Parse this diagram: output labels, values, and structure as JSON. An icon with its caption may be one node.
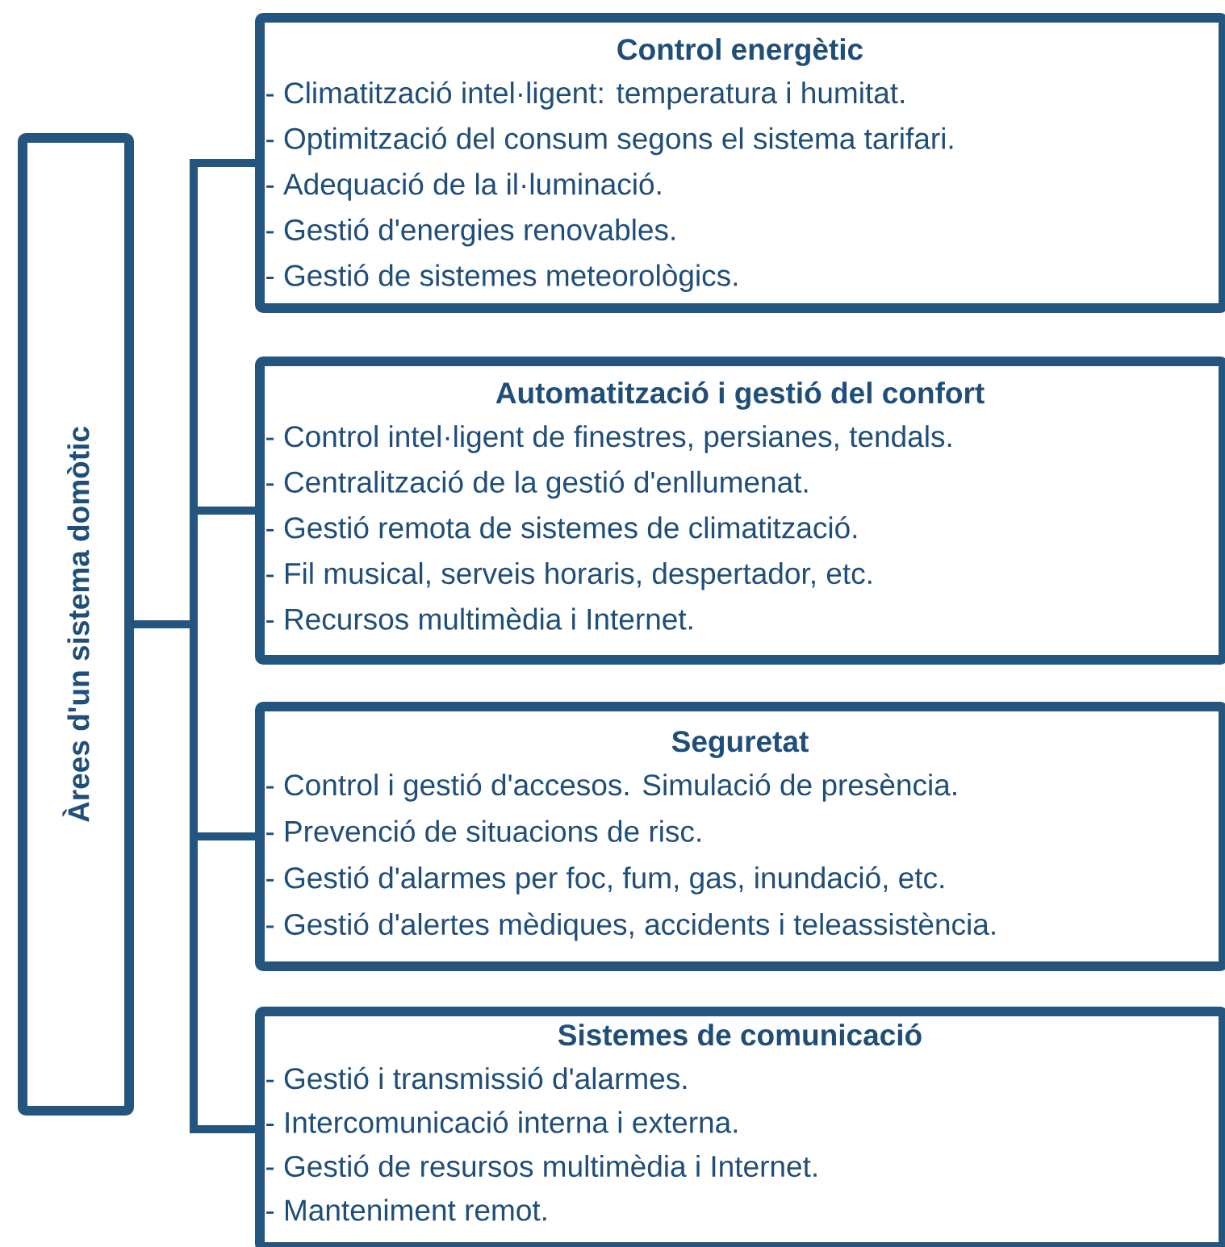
{
  "diagram": {
    "nodes": [
      {
        "text": [
          "Àrees d'un sistema domòtic"
        ]
      },
      {
        "text": [
          "Control energètic",
          "- Climatització intel·ligent: temperatura i humitat.",
          "- Optimització del consum segons el sistema tarifari.",
          "- Adequació de la il·luminació.",
          "- Gestió d'energies renovables.",
          "- Gestió de sistemes meteorològics."
        ]
      },
      {
        "text": [
          "Automatització i gestió del confort",
          "- Control intel·ligent de finestres, persianes, tendals.",
          "- Centralització de la gestió d'enllumenat.",
          "- Gestió remota de sistemes de climatització.",
          "- Fil musical, serveis horaris, despertador, etc.",
          "- Recursos multimèdia i Internet."
        ]
      },
      {
        "text": [
          "Seguretat",
          "- Control i gestió d'accesos. Simulació de presència.",
          "- Prevenció de situacions de risc.",
          "- Gestió d'alarmes per foc, fum, gas, inundació, etc.",
          "- Gestió d'alertes mèdiques, accidents i teleassistència."
        ]
      },
      {
        "text": [
          "Sistemes de comunicació",
          "- Gestió i transmissió d'alarmes.",
          "- Intercomunicació interna i externa.",
          "- Gestió de resursos multimèdia i Internet.",
          "- Manteniment remot."
        ]
      }
    ],
    "edges": [
      {
        "from": 0,
        "to": 1,
        "arrow": "none"
      },
      {
        "from": 0,
        "to": 2,
        "arrow": "none"
      },
      {
        "from": 0,
        "to": 3,
        "arrow": "none"
      },
      {
        "from": 0,
        "to": 4,
        "arrow": "none"
      }
    ]
  }
}
